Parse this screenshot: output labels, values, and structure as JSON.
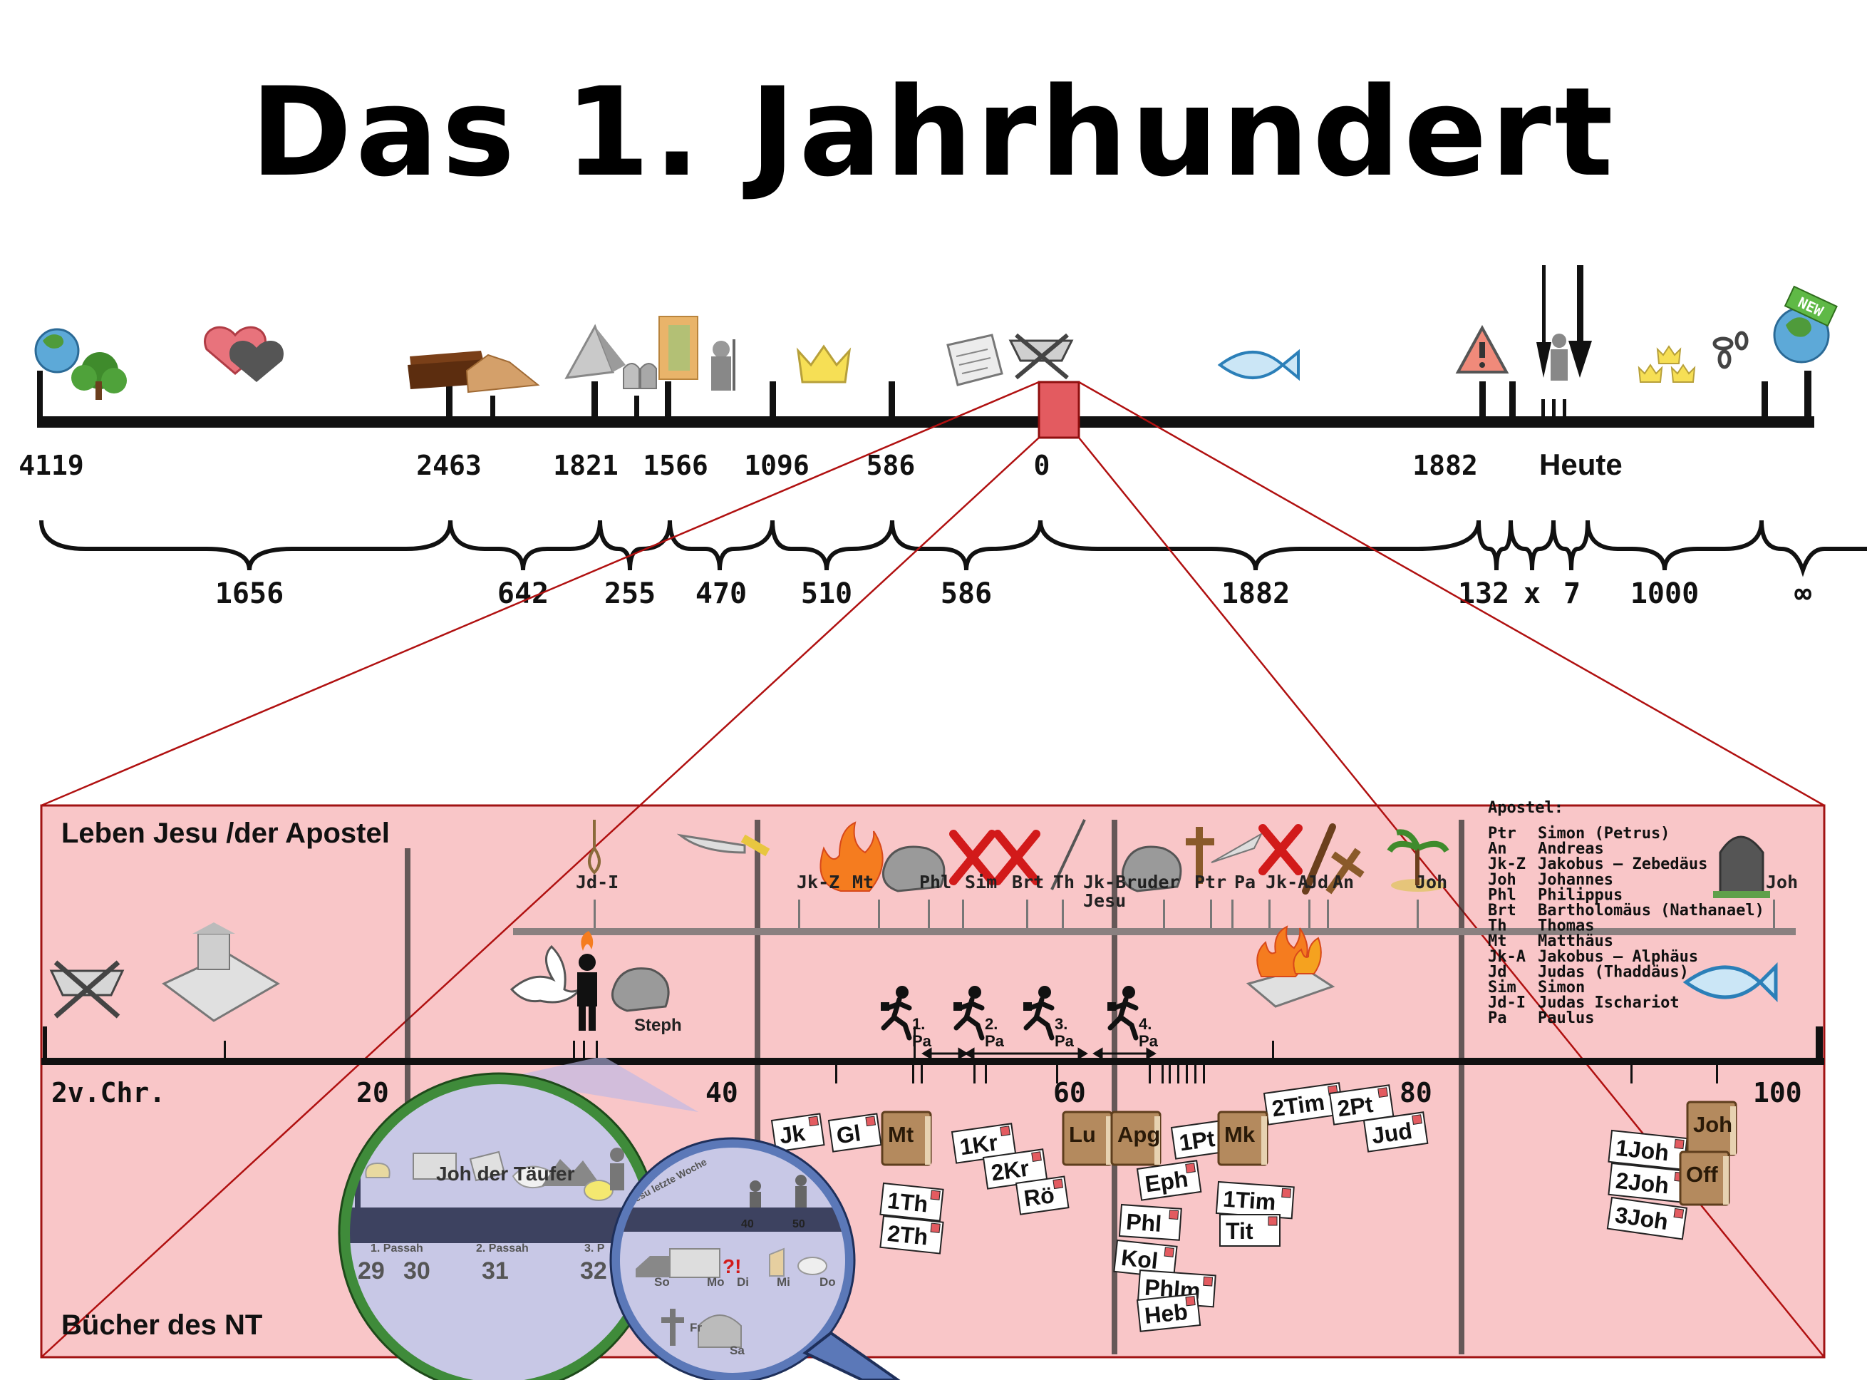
{
  "title": "Das 1. Jahrhundert",
  "colors": {
    "panel": "#f9c6c8",
    "panelBorder": "#a11313",
    "zoomLines": "#b01010",
    "boxRed": "#e35b60",
    "book": "#b48a5e"
  },
  "top_timeline": {
    "years": [
      "4119",
      "2463",
      "1821",
      "1566",
      "1096",
      "586",
      "0",
      "1882",
      "Heute"
    ],
    "spans": [
      "1656",
      "642",
      "255",
      "470",
      "510",
      "586",
      "1882",
      "132",
      "x",
      "7",
      "1000",
      "∞"
    ],
    "icons": [
      "globe-tree-icon",
      "hearts-icon",
      "ark-icon",
      "pyramid-icon",
      "tablets-icon",
      "moses-icon",
      "crown-icon",
      "scroll-icon",
      "manger-icon",
      "fish-icon",
      "warning-icon",
      "figure-icon",
      "crowns-icon",
      "chains-icon",
      "new-earth-icon"
    ],
    "new_badge": "NEW"
  },
  "panel": {
    "title_top": "Leben Jesu /der Apostel",
    "title_bottom": "Bücher des NT",
    "apostel_title": "Apostel:",
    "apostel": [
      {
        "abbr": "Ptr",
        "name": "Simon (Petrus)"
      },
      {
        "abbr": "An",
        "name": "Andreas"
      },
      {
        "abbr": "Jk-Z",
        "name": "Jakobus – Zebedäus"
      },
      {
        "abbr": "Joh",
        "name": "Johannes"
      },
      {
        "abbr": "Phl",
        "name": "Philippus"
      },
      {
        "abbr": "Brt",
        "name": "Bartholomäus (Nathanael)"
      },
      {
        "abbr": "Th",
        "name": "Thomas"
      },
      {
        "abbr": "Mt",
        "name": "Matthäus"
      },
      {
        "abbr": "Jk-A",
        "name": "Jakobus – Alphäus"
      },
      {
        "abbr": "Jd",
        "name": "Judas (Thaddäus)"
      },
      {
        "abbr": "Sim",
        "name": "Simon"
      },
      {
        "abbr": "Jd-I",
        "name": "Judas Ischariot"
      },
      {
        "abbr": "Pa",
        "name": "Paulus"
      }
    ],
    "death_labels": [
      "Jd-I",
      "Jk-Z",
      "Mt",
      "Phl",
      "Sim",
      "Brt",
      "Th",
      "Jk-Bruder",
      "Jesu",
      "Ptr",
      "Pa",
      "Jk-A",
      "Jd",
      "An",
      "Joh",
      "Joh"
    ],
    "steph": "Steph",
    "journeys": [
      {
        "n": "1.",
        "pa": "Pa"
      },
      {
        "n": "2.",
        "pa": "Pa"
      },
      {
        "n": "3.",
        "pa": "Pa"
      },
      {
        "n": "4.",
        "pa": "Pa"
      }
    ],
    "years": [
      "2v.Chr.",
      "20",
      "40",
      "60",
      "80",
      "100"
    ],
    "books_white": [
      "Jk",
      "Gl",
      "1Kr",
      "2Kr",
      "Rö",
      "1Th",
      "2Th",
      "1Pt",
      "2Tim",
      "2Pt",
      "Jud",
      "Eph",
      "Phl",
      "Kol",
      "Phlm",
      "Heb",
      "1Tim",
      "Tit",
      "1Joh",
      "2Joh",
      "3Joh"
    ],
    "books_brown": [
      "Mt",
      "Lu",
      "Apg",
      "Mk",
      "Joh",
      "Off"
    ]
  },
  "magnifier1": {
    "title": "Joh der Täufer",
    "passah": [
      "1. Passah",
      "2. Passah",
      "3. P"
    ],
    "years": [
      "29",
      "30",
      "31",
      "32"
    ]
  },
  "magnifier2": {
    "title": "Jesu letzte Woche",
    "ticks": [
      "40",
      "50"
    ],
    "days": [
      "So",
      "Mo",
      "Di",
      "Mi",
      "Do",
      "Fr",
      "Sa"
    ],
    "mark": "?!"
  }
}
